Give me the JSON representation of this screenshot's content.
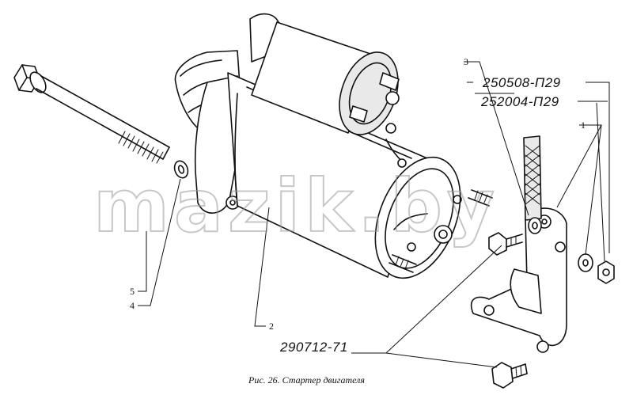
{
  "caption": "Рис. 26. Стартер двигателя",
  "watermark": "mazik.by",
  "corner_mark": "",
  "part_numbers": {
    "p250508": "250508-П29",
    "p252004": "252004-П29",
    "p290712": "290712-71"
  },
  "callouts": {
    "c1": "1",
    "c2": "2",
    "c3": "3",
    "c4": "4",
    "c5": "5"
  }
}
